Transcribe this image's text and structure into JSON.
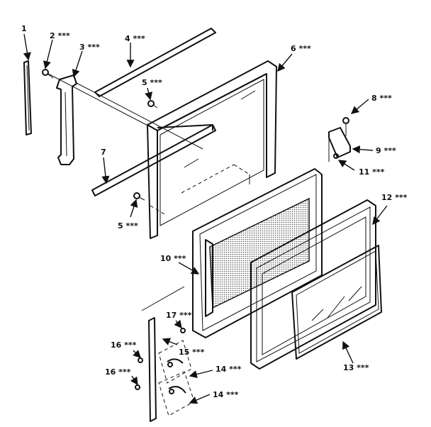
{
  "labels": {
    "p1": "1",
    "p2": "2 ***",
    "p3": "3 ***",
    "p4": "4 ***",
    "p5a": "5 ***",
    "p5b": "5 ***",
    "p6": "6 ***",
    "p7": "7",
    "p8": "8 ***",
    "p9": "9 ***",
    "p10": "10 ***",
    "p11": "11 ***",
    "p12": "12 ***",
    "p13": "13 ***",
    "p14a": "14 ***",
    "p14b": "14 ***",
    "p15": "15 ***",
    "p16a": "16 ***",
    "p16b": "16 ***",
    "p17": "17 ***"
  }
}
